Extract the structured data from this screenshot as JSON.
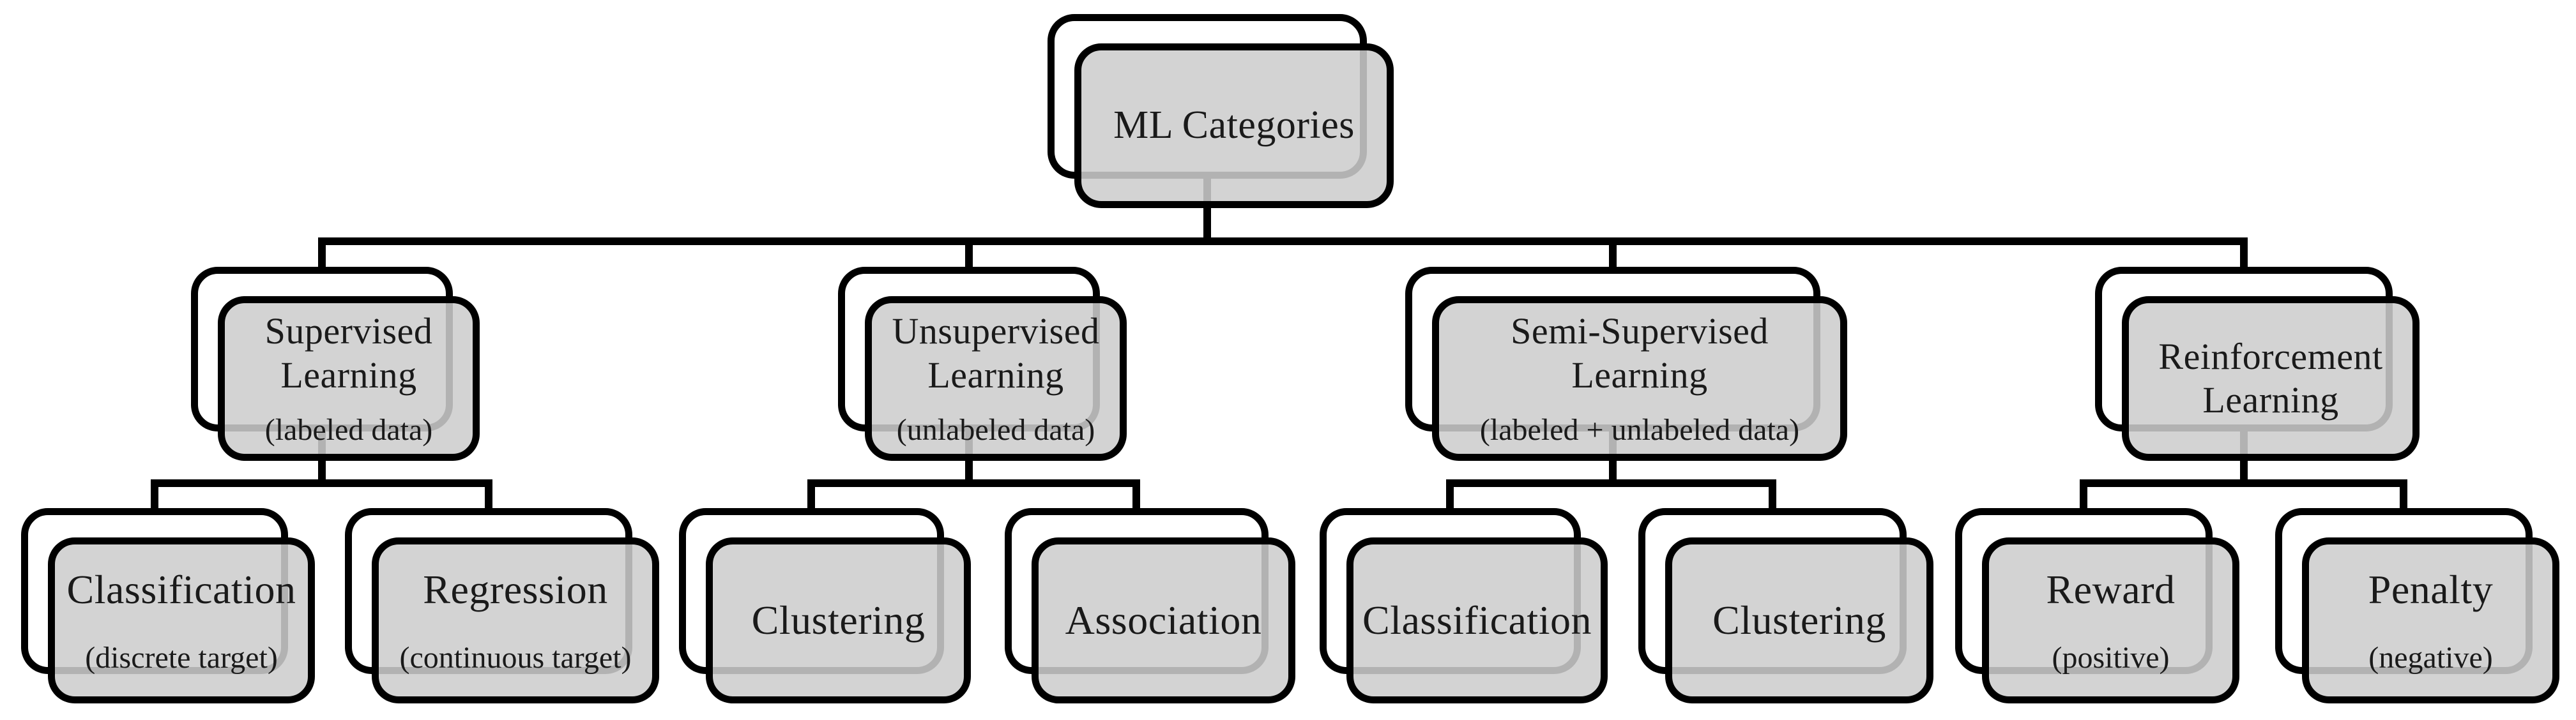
{
  "diagram": {
    "type": "tree",
    "root": {
      "label": "ML Categories"
    },
    "level2": [
      {
        "label": "Supervised Learning",
        "sublabel": "(labeled data)"
      },
      {
        "label": "Unsupervised Learning",
        "sublabel": "(unlabeled data)"
      },
      {
        "label": "Semi-Supervised Learning",
        "sublabel": "(labeled + unlabeled data)"
      },
      {
        "label": "Reinforcement Learning"
      }
    ],
    "leaves": [
      {
        "label": "Classification",
        "sublabel": "(discrete target)",
        "parent": "Supervised Learning"
      },
      {
        "label": "Regression",
        "sublabel": "(continuous target)",
        "parent": "Supervised Learning"
      },
      {
        "label": "Clustering",
        "parent": "Unsupervised Learning"
      },
      {
        "label": "Association",
        "parent": "Unsupervised Learning"
      },
      {
        "label": "Classification",
        "parent": "Semi-Supervised Learning"
      },
      {
        "label": "Clustering",
        "parent": "Semi-Supervised Learning"
      },
      {
        "label": "Reward",
        "sublabel": "(positive)",
        "parent": "Reinforcement Learning"
      },
      {
        "label": "Penalty",
        "sublabel": "(negative)",
        "parent": "Reinforcement Learning"
      }
    ],
    "colors": {
      "card_fill": "#cccccc",
      "card_border": "#000000",
      "connector": "#000000",
      "background": "#ffffff",
      "text": "#1a1a1a"
    }
  }
}
